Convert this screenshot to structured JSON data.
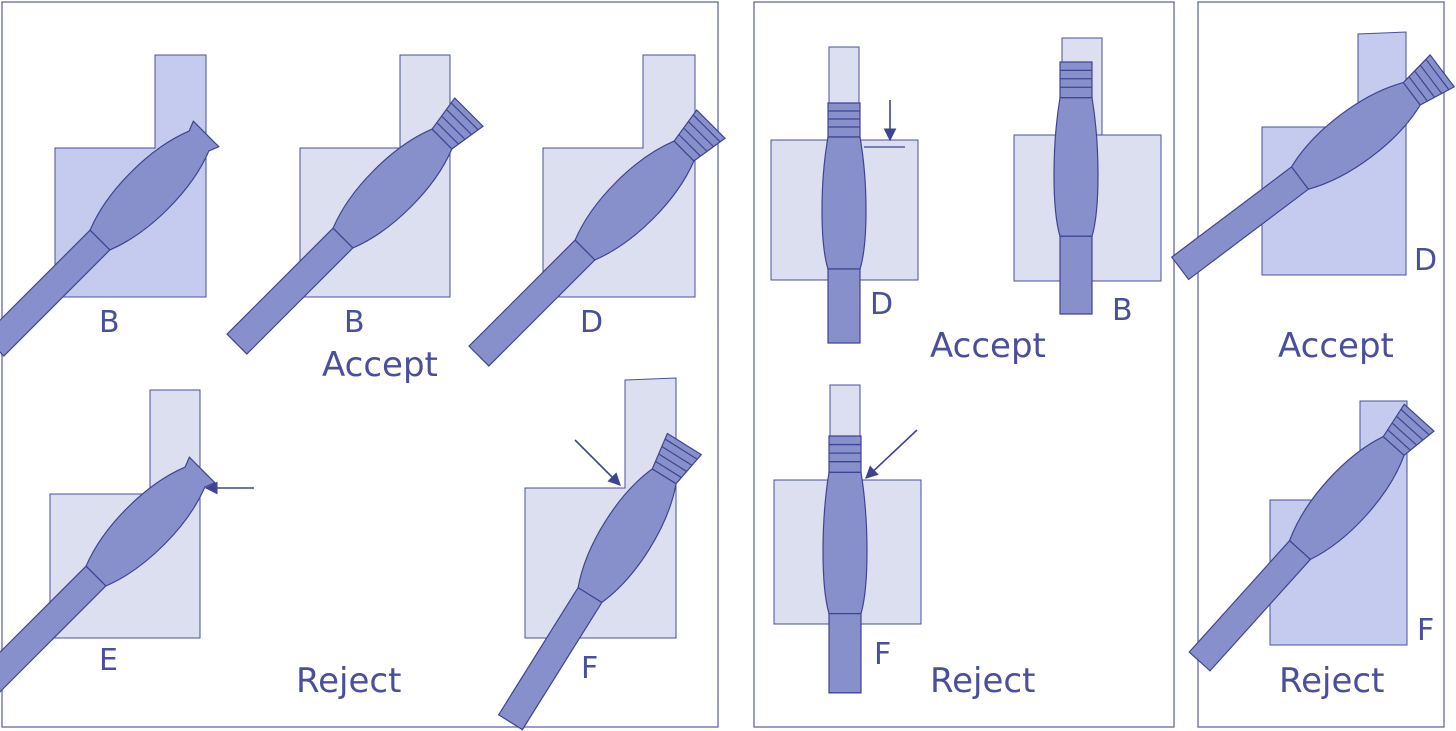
{
  "colors": {
    "panel_border": "#6f74ad",
    "plate_light": "#dcdff0",
    "plate_blue": "#c4cbee",
    "part": "#8890cc",
    "outline": "#3f4492",
    "text": "#4a4f9c"
  },
  "panels": {
    "left": {
      "accept_label": "Accept",
      "reject_label": "Reject",
      "figures": [
        {
          "letter": "B"
        },
        {
          "letter": "B"
        },
        {
          "letter": "D"
        },
        {
          "letter": "E"
        },
        {
          "letter": "F"
        }
      ]
    },
    "middle": {
      "accept_label": "Accept",
      "reject_label": "Reject",
      "figures": [
        {
          "letter": "D"
        },
        {
          "letter": "B"
        },
        {
          "letter": "F"
        }
      ]
    },
    "right": {
      "accept_label": "Accept",
      "reject_label": "Reject",
      "figures": [
        {
          "letter": "D"
        },
        {
          "letter": "F"
        }
      ]
    }
  }
}
